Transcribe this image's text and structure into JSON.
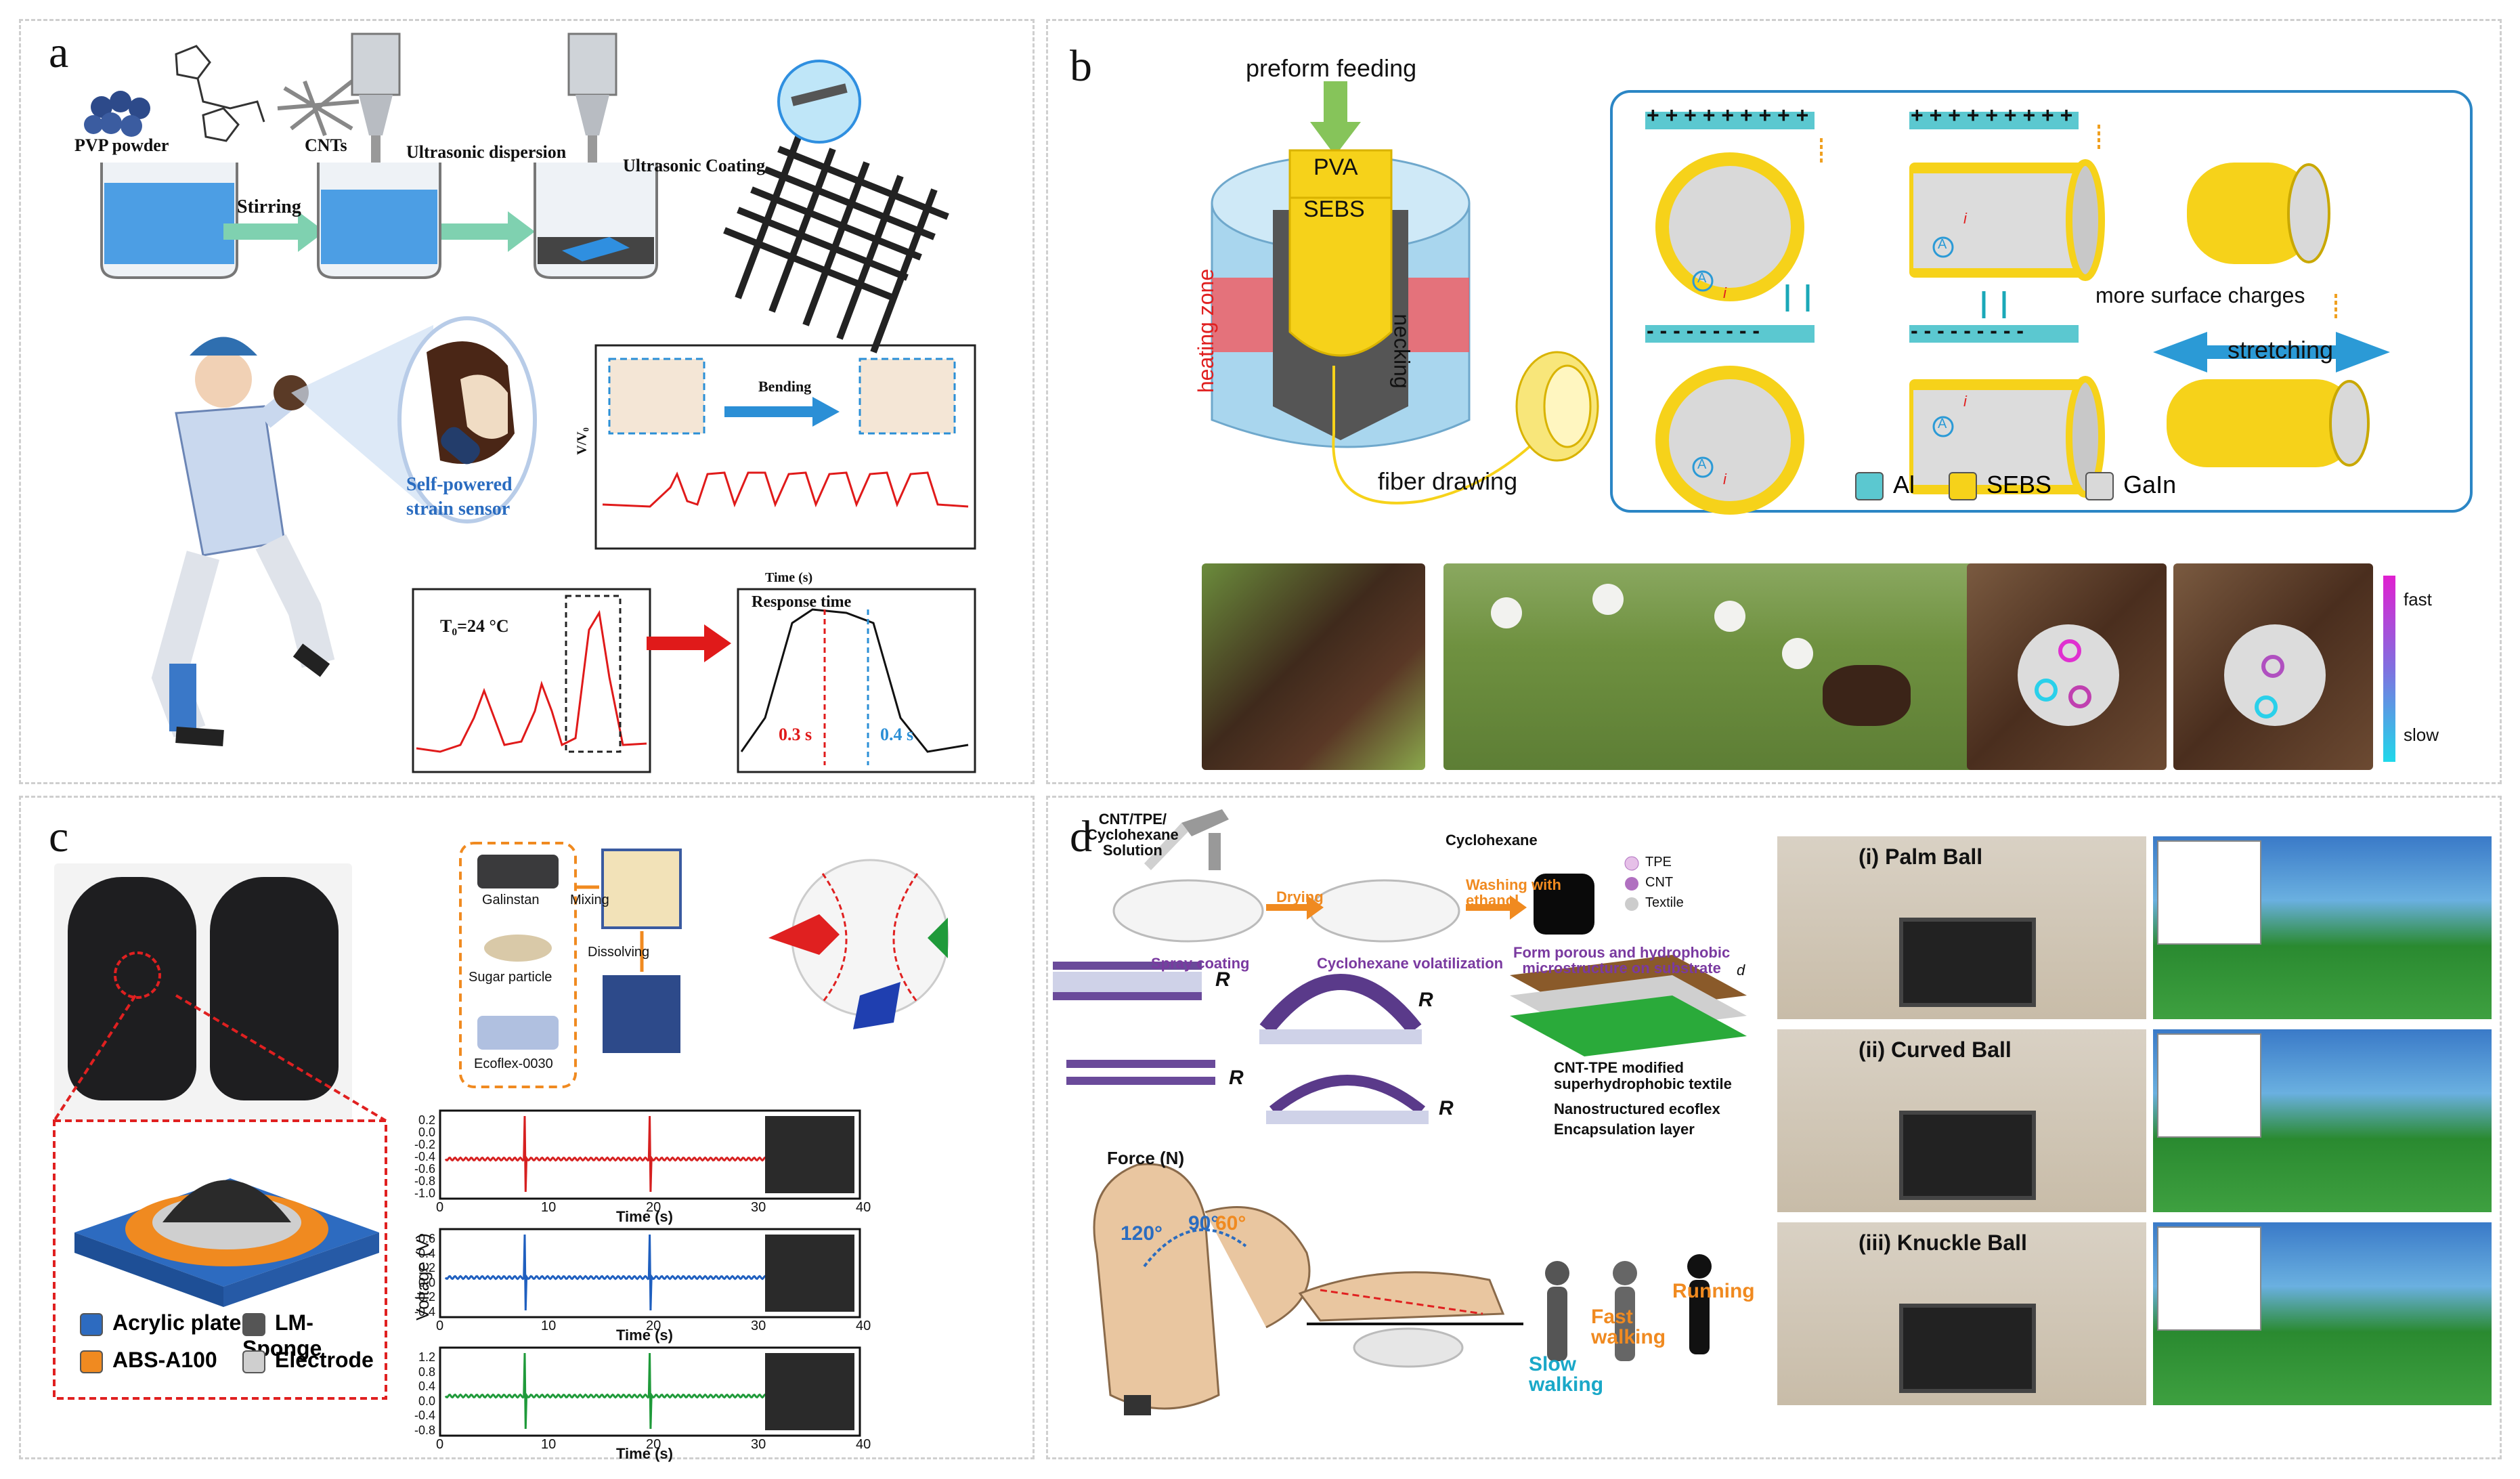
{
  "panels": {
    "a": {
      "label": "a",
      "pvp_powder": "PVP powder",
      "cnts": "CNTs",
      "stirring": "Stirring",
      "ultrasonic_dispersion": "Ultrasonic dispersion",
      "ultrasonic_coating": "Ultrasonic Coating",
      "sensor_label_line1": "Self-powered",
      "sensor_label_line2": "strain sensor",
      "bending": "Bending",
      "t0": "T₀=24 °C",
      "response_time": "Response time",
      "rise": "0.3 s",
      "fall": "0.4 s",
      "ylabel": "V/V₀",
      "xlabel": "Time (s)"
    },
    "b": {
      "label": "b",
      "preform_feeding": "preform feeding",
      "pva": "PVA",
      "sebs": "SEBS",
      "heating_zone": "heating zone",
      "necking": "necking",
      "fiber_drawing": "fiber drawing",
      "more_surface_charges": "more surface charges",
      "stretching": "stretching",
      "plus_row": "+ + + + + + + + +",
      "minus_row": "- - - - - - - - -",
      "current": "i",
      "ammeter": "A",
      "legend": {
        "al": "Al",
        "sebs": "SEBS",
        "gain": "GaIn"
      },
      "speed_fast": "fast",
      "speed_slow": "slow",
      "colors": {
        "al": "#5bc8d0",
        "sebs": "#f5d21c",
        "gain": "#d9d9d9",
        "frame": "#2b86c5"
      }
    },
    "c": {
      "label": "c",
      "galinstan": "Galinstan",
      "sugar_particle": "Sugar particle",
      "ecoflex": "Ecoflex-0030",
      "mixing": "Mixing",
      "dissolving": "Dissolving",
      "legend": {
        "acrylic": "Acrylic plate",
        "lm": "LM-Sponge",
        "abs": "ABS-A100",
        "electrode": "Electrode"
      },
      "ylabel": "Voltage (V)",
      "xlabel": "Time (s)",
      "charts": [
        {
          "color": "#d62020",
          "ticks": [
            "0.2",
            "0.0",
            "-0.2",
            "-0.4",
            "-0.6",
            "-0.8",
            "-1.0"
          ]
        },
        {
          "color": "#1f5fbf",
          "ticks": [
            "0.6",
            "0.4",
            "0.2",
            "0.0",
            "-0.2",
            "-0.4"
          ]
        },
        {
          "color": "#1f9a3a",
          "ticks": [
            "1.2",
            "0.8",
            "0.4",
            "0.0",
            "-0.4",
            "-0.8"
          ]
        }
      ],
      "xticks": [
        "0",
        "10",
        "20",
        "30",
        "40"
      ]
    },
    "d": {
      "label": "d",
      "solution": "CNT/TPE/\nCyclohexane\nSolution",
      "drying": "Drying",
      "washing": "Washing with\nethanol",
      "cyclohexane": "Cyclohexane",
      "spray": "Spray coating",
      "volatil": "Cyclohexane volatilization",
      "porous": "Form porous and hydrophobic\nmicrostructure on substrate",
      "tpe": "TPE",
      "cnt": "CNT",
      "textile": "Textile",
      "r": "R",
      "d_label": "d",
      "layer1": "CNT-TPE modified\nsuperhydrophobic textile",
      "layer2": "Nanostructured ecoflex",
      "layer3": "Encapsulation layer",
      "force": "Force (N)",
      "a120": "120°",
      "a90": "90°",
      "a60": "60°",
      "slow": "Slow\nwalking",
      "fast": "Fast\nwalking",
      "running": "Running",
      "balls": [
        "(i) Palm Ball",
        "(ii) Curved Ball",
        "(iii) Knuckle Ball"
      ]
    }
  }
}
